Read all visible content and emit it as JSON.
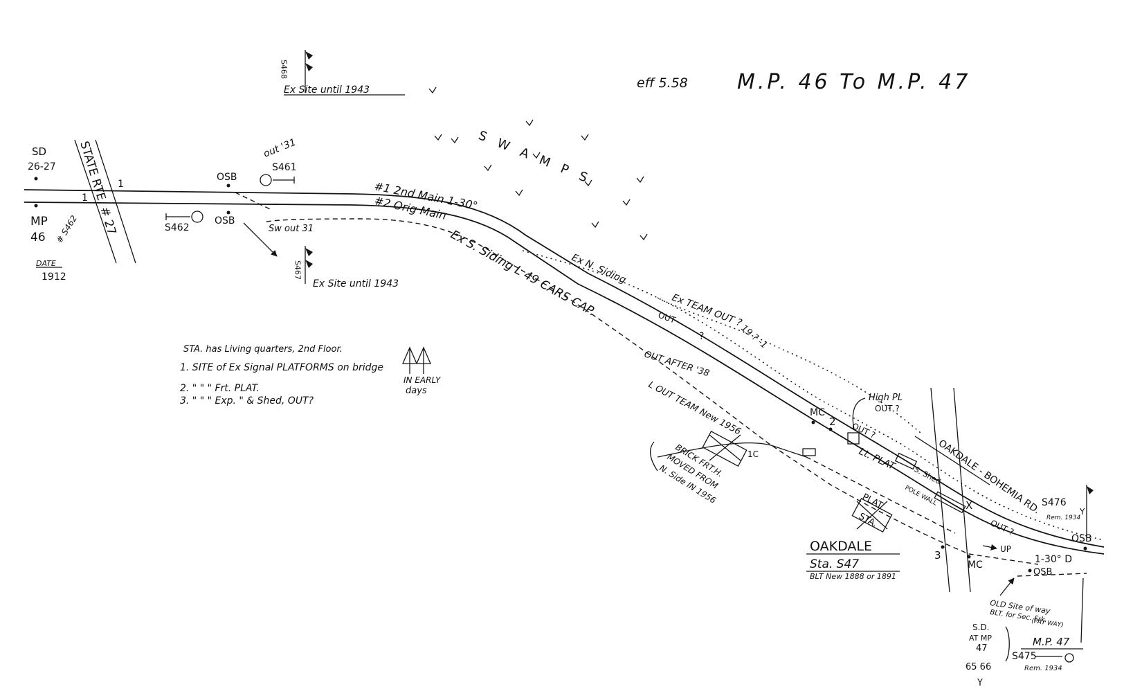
{
  "header": {
    "code": "eff 5.58",
    "title": "M.P. 46   To   M.P. 47"
  },
  "top_signal": {
    "mast": "S468",
    "note": "Ex Site until 1943"
  },
  "swamps": "S W A M P S",
  "left_end": {
    "sd": "SD",
    "sd_num": "26-27",
    "mp": "MP",
    "mp_num": "46",
    "route": "STATE RTE. # 27",
    "mark_1a": "1",
    "mark_1b": "1",
    "s4621": "# S462",
    "year_1912": "1912",
    "osb_top": "OSB",
    "osb_bot": "OSB",
    "s462": "S462",
    "s461": "S461",
    "out31": "out '31",
    "sw_out": "Sw out 31",
    "lower_mast": "S467",
    "lower_note": "Ex Site until 1943"
  },
  "track_labels": {
    "main1": "#1  2nd Main 1-30°",
    "main2": "#2  Orig Main",
    "siding": "Ex S. Siding  L  49 CARS CAP.",
    "out_after": "OUT AFTER '38",
    "n_siding": "Ex N. Siding",
    "team_top": "Ex TEAM OUT ?",
    "q1": "?",
    "out_q": "OUT",
    "year19": "19 ? -1",
    "out_team": "L OUT TEAM New 1956",
    "lc": "1C"
  },
  "notes": {
    "line0": "STA. has Living quarters, 2nd Floor.",
    "line1": "1. SITE of Ex Signal PLATFORMS on bridge",
    "line2": "2.  \"    \"    \"  Frt. PLAT.",
    "line3": "3.  \"    \"    \"  Exp.  \"  & Shed, OUT?",
    "trees1": "IN EARLY",
    "trees2": "days"
  },
  "station": {
    "brick1": "BRICK FRT.H.",
    "brick2": "MOVED FROM",
    "brick3": "N. Side IN 1956",
    "high": "High PL",
    "high_out": "OUT ?",
    "out2": "OUT ?",
    "mc1": "MC",
    "mc2": "MC",
    "n2": "2",
    "n3": "3",
    "lt_plat": "Lt. PLAT",
    "s_shed": "S. Shed",
    "pole": "POLE WALL",
    "plat": "PLAT",
    "sta": "STA.",
    "road": "OAKDALE - BOHEMIA RD.",
    "name": "OAKDALE",
    "sta_num": "Sta. S47",
    "built": "BLT New 1888 or 1891",
    "xmark": "X"
  },
  "right_end": {
    "s476": "S476",
    "s476y": "Y",
    "s476rem": "Rem. 1934",
    "osb_r": "OSB",
    "one30": "1-30° D",
    "up": "UP",
    "osb_low": "OSB",
    "out_r": "OUT ?",
    "old1": "OLD Site of way",
    "old2": "BLT. for Sec. Frk.",
    "old3": "(PAY WAY)",
    "sd": "S.D.",
    "at_mp": "AT MP",
    "sd47": "47",
    "sd_nums": "65 66",
    "y": "Y",
    "mp47": "M.P. 47",
    "s475": "S475",
    "rem": "Rem. 1934"
  }
}
